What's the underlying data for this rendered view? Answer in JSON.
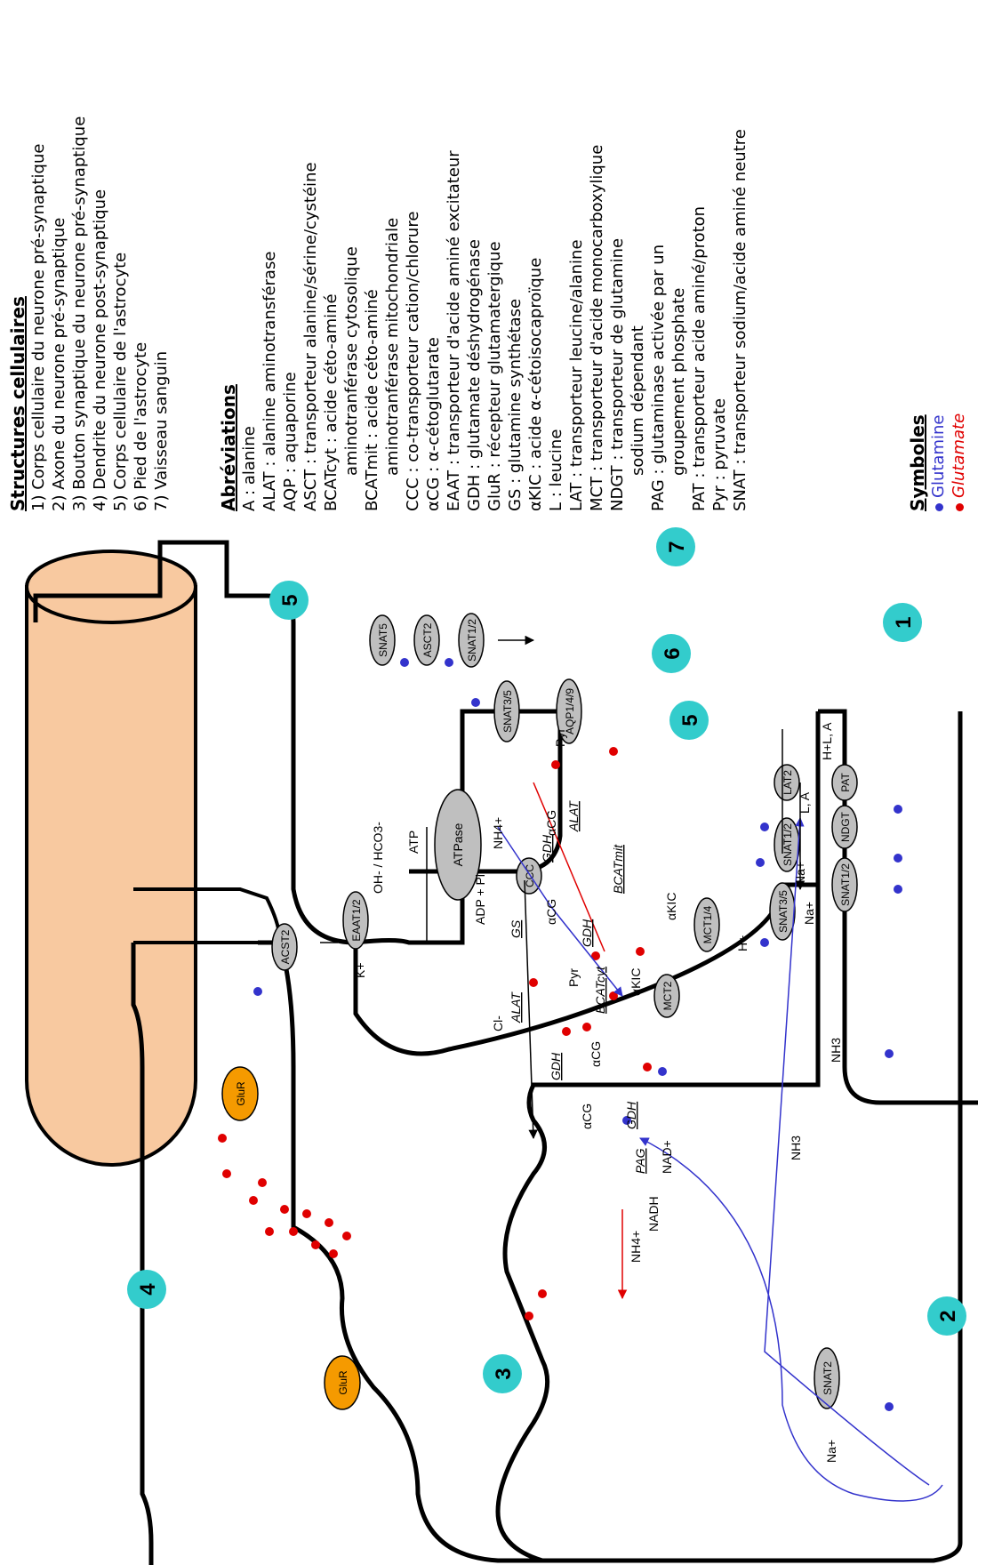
{
  "structures": {
    "title": "Structures cellulaires",
    "items": [
      "1) Corps cellulaire du neurone pré-synaptique",
      "2) Axone du neurone pré-synaptique",
      "3) Bouton synaptique du neurone pré-synaptique",
      "4) Dendrite du neurone post-synaptique",
      "5) Corps cellulaire de l'astrocyte",
      "6) Pied de l'astrocyte",
      "7) Vaisseau sanguin"
    ]
  },
  "abbreviations": {
    "title": "Abréviations",
    "items": [
      {
        "text": "A : alanine",
        "indent": false
      },
      {
        "text": "ALAT : alanine aminotransférase",
        "indent": false
      },
      {
        "text": "AQP : aquaporine",
        "indent": false
      },
      {
        "text": "ASCT : transporteur alanine/sérine/cystéine",
        "indent": false
      },
      {
        "text": "BCATcyt : acide céto-aminé",
        "indent": false
      },
      {
        "text": "aminotranférase cytosolique",
        "indent": true
      },
      {
        "text": "BCATmit : acide céto-aminé",
        "indent": false
      },
      {
        "text": "aminotranférase mitochondriale",
        "indent": true
      },
      {
        "text": "CCC : co-transporteur cation/chlorure",
        "indent": false
      },
      {
        "text": "αCG : α-cétoglutarate",
        "indent": false
      },
      {
        "text": "EAAT : transporteur d'acide aminé excitateur",
        "indent": false
      },
      {
        "text": "GDH : glutamate déshydrogénase",
        "indent": false
      },
      {
        "text": "GluR : récepteur glutamatergique",
        "indent": false
      },
      {
        "text": "GS : glutamine synthétase",
        "indent": false
      },
      {
        "text": "αKIC : acide α-cétoisocaproïque",
        "indent": false
      },
      {
        "text": "L : leucine",
        "indent": false
      },
      {
        "text": "LAT : transporteur leucine/alanine",
        "indent": false
      },
      {
        "text": "MCT : transporteur d'acide monocarboxylique",
        "indent": false
      },
      {
        "text": "NDGT : transporteur de glutamine",
        "indent": false
      },
      {
        "text": "sodium dépendant",
        "indent": true
      },
      {
        "text": "PAG : glutaminase activée par un",
        "indent": false
      },
      {
        "text": "groupement phosphate",
        "indent": true
      },
      {
        "text": "PAT : transporteur acide aminé/proton",
        "indent": false
      },
      {
        "text": "Pyr : pyruvate",
        "indent": false
      },
      {
        "text": "SNAT : transporteur sodium/acide aminé neutre",
        "indent": false
      }
    ]
  },
  "symbols": {
    "title": "Symboles",
    "glutamine": "Glutamine",
    "glutamate": "Glutamate"
  },
  "colors": {
    "glutamine": "#3333cc",
    "glutamate": "#e00000",
    "transporter": "#bfbfbf",
    "label_circle": "#33cccc",
    "vessel": "#f8c9a0",
    "glur": "#f59a00"
  },
  "region_labels": [
    "1",
    "2",
    "3",
    "4",
    "5",
    "6",
    "7"
  ],
  "transporters": {
    "snat2": "SNAT2",
    "pat": "PAT",
    "ndgt": "NDGT",
    "snat12_n1": "SNAT1/2",
    "lat2": "LAT2",
    "snat12_ast": "SNAT1/2",
    "snat35_ast": "SNAT3/5",
    "mct14": "MCT1/4",
    "mct2": "MCT2",
    "ccc": "CCC",
    "eaat12": "EAAT1/2",
    "acst2": "ACST2",
    "atpase": "ATPase",
    "snat35_right": "SNAT3/5",
    "aqp": "AQP1/4/9",
    "snat5_foot": "SNAT5",
    "asct2_foot": "ASCT2",
    "snat12_foot": "SNAT1/2",
    "glur_pre": "GluR",
    "glur_post": "GluR"
  },
  "molecules": {
    "nh3": "NH3",
    "na": "Na+",
    "h": "H+",
    "hla": "H+L, A",
    "la": "L, A",
    "l": "L",
    "a": "A",
    "akic": "αKIC",
    "acg": "αCG",
    "pyr": "Pyr",
    "nh4": "NH4+",
    "nadp": "NAD+",
    "nadh": "NADH",
    "cl": "Cl-",
    "adp_pi": "ADP + Pi",
    "atp": "ATP",
    "k": "K+",
    "oh_hco3": "OH- / HCO3-"
  },
  "enzymes": {
    "alat": "ALAT",
    "gdh": "GDH",
    "bcatmit": "BCATmit",
    "bcatcyt": "BCATcyt",
    "gs": "GS",
    "pag": "PAG"
  }
}
